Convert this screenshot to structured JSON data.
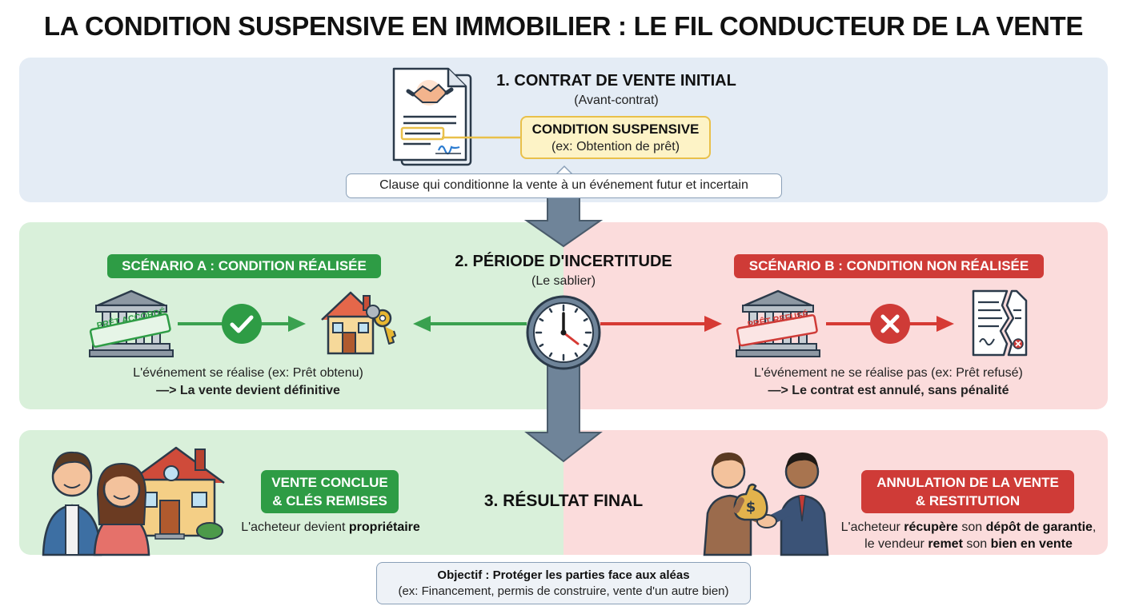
{
  "title": "LA CONDITION SUSPENSIVE EN IMMOBILIER : LE FIL CONDUCTEUR DE LA VENTE",
  "step1": {
    "title": "1. CONTRAT DE VENTE INITIAL",
    "subtitle": "(Avant-contrat)",
    "condition_title": "CONDITION SUSPENSIVE",
    "condition_example": "(ex: Obtention de prêt)",
    "clause": "Clause qui conditionne la vente à un événement futur et incertain"
  },
  "step2": {
    "title": "2. PÉRIODE D'INCERTITUDE",
    "subtitle": "(Le sablier)",
    "scenario_a": {
      "tag": "SCÉNARIO A : CONDITION RÉALISÉE",
      "stamp": "PRÊT ACCORDÉ",
      "line1": "L'événement se réalise (ex: Prêt obtenu)",
      "arrow": "—> ",
      "line2": "La vente devient définitive"
    },
    "scenario_b": {
      "tag": "SCÉNARIO B : CONDITION NON RÉALISÉE",
      "stamp": "PRÊT REFUSÉ",
      "line1": "L'événement ne se réalise pas (ex: Prêt refusé)",
      "arrow": "—> ",
      "line2": "Le contrat est annulé, sans pénalité"
    }
  },
  "step3": {
    "title": "3. RÉSULTAT FINAL",
    "left": {
      "tag_line1": "VENTE CONCLUE",
      "tag_line2": "& CLÉS REMISES",
      "desc_a": "L'acheteur devient ",
      "desc_b": "propriétaire"
    },
    "right": {
      "tag_line1": "ANNULATION DE LA VENTE",
      "tag_line2": "& RESTITUTION",
      "desc1_a": "L'acheteur ",
      "desc1_b": "récupère",
      "desc1_c": " son ",
      "desc1_d": "dépôt de garantie",
      "desc1_e": ",",
      "desc2_a": "le vendeur ",
      "desc2_b": "remet",
      "desc2_c": " son ",
      "desc2_d": "bien en vente"
    }
  },
  "objective": {
    "title": "Objectif : Protéger les parties face aux aléas",
    "detail": "(ex: Financement, permis de construire, vente d'un autre bien)"
  },
  "colors": {
    "green": "#2e9c45",
    "red": "#cf3b37",
    "arrow_slate": "#6f8499",
    "yellow": "#fdf3c6"
  }
}
